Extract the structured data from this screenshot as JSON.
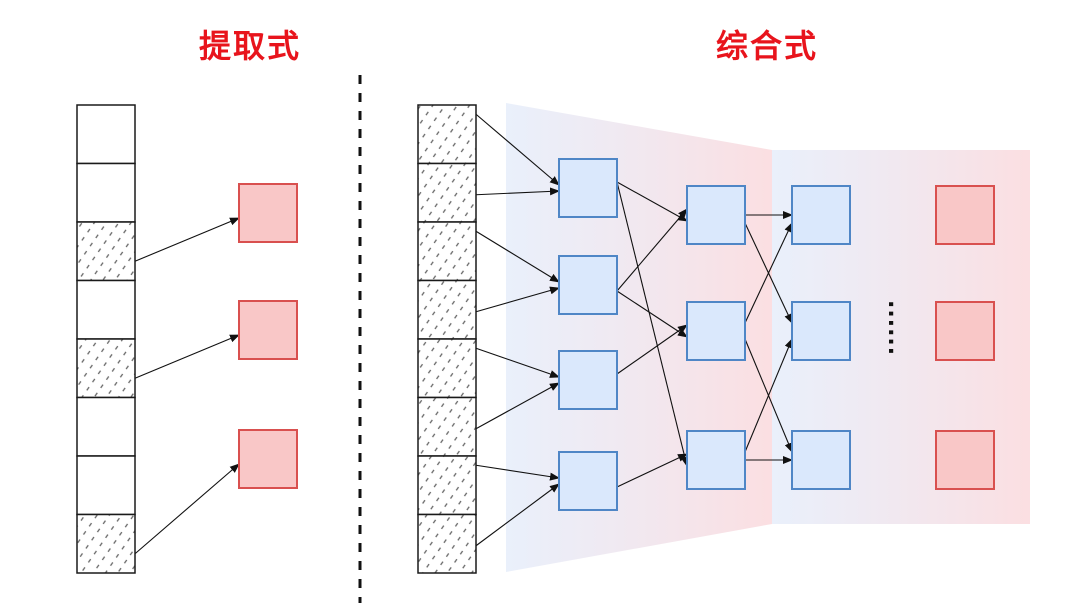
{
  "titles": {
    "extractive": "提取式",
    "abstractive": "综合式"
  },
  "ellipsis": "......",
  "colors": {
    "title": "#e8141c",
    "outline": "#1a1a1a",
    "output_fill": "#f9c7c7",
    "output_stroke": "#d9504f",
    "node_fill": "#dae8fc",
    "node_stroke": "#4f86c6",
    "band_blue": "#dce7f9",
    "band_pink": "#f9d3d6",
    "hatch": "#666666"
  },
  "extractive": {
    "cells": [
      false,
      false,
      true,
      false,
      true,
      false,
      false,
      true
    ],
    "outputs": 3,
    "links": [
      [
        2,
        0
      ],
      [
        4,
        1
      ],
      [
        7,
        2
      ]
    ]
  },
  "abstractive": {
    "cells": [
      true,
      true,
      true,
      true,
      true,
      true,
      true,
      true
    ],
    "layers": [
      4,
      3,
      3,
      3
    ],
    "input_links": [
      [
        0,
        0
      ],
      [
        1,
        0
      ],
      [
        2,
        1
      ],
      [
        3,
        1
      ],
      [
        4,
        2
      ],
      [
        5,
        2
      ],
      [
        6,
        3
      ],
      [
        7,
        3
      ]
    ],
    "layer1_links": [
      [
        0,
        0
      ],
      [
        0,
        2
      ],
      [
        1,
        0
      ],
      [
        1,
        1
      ],
      [
        2,
        1
      ],
      [
        3,
        2
      ]
    ],
    "layer2_links": [
      [
        0,
        0
      ],
      [
        0,
        1
      ],
      [
        1,
        0
      ],
      [
        1,
        2
      ],
      [
        2,
        1
      ],
      [
        2,
        2
      ]
    ]
  }
}
